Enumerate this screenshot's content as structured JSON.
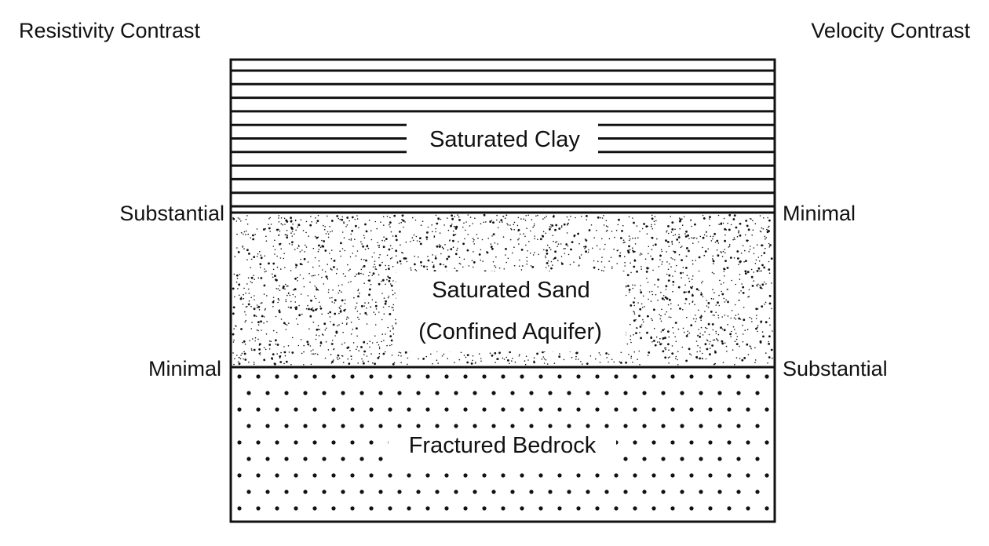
{
  "headers": {
    "left": "Resistivity Contrast",
    "right": "Velocity Contrast"
  },
  "layers": [
    {
      "label_lines": [
        "Saturated Clay"
      ],
      "pattern": "horizontal-lines"
    },
    {
      "label_lines": [
        "Saturated Sand",
        "(Confined Aquifer)"
      ],
      "pattern": "fine-stipple"
    },
    {
      "label_lines": [
        "Fractured Bedrock"
      ],
      "pattern": "coarse-dots"
    }
  ],
  "boundaries": [
    {
      "left": "Substantial",
      "right": "Minimal"
    },
    {
      "left": "Minimal",
      "right": "Substantial"
    }
  ],
  "colors": {
    "ink": "#111111",
    "paper": "#ffffff"
  }
}
